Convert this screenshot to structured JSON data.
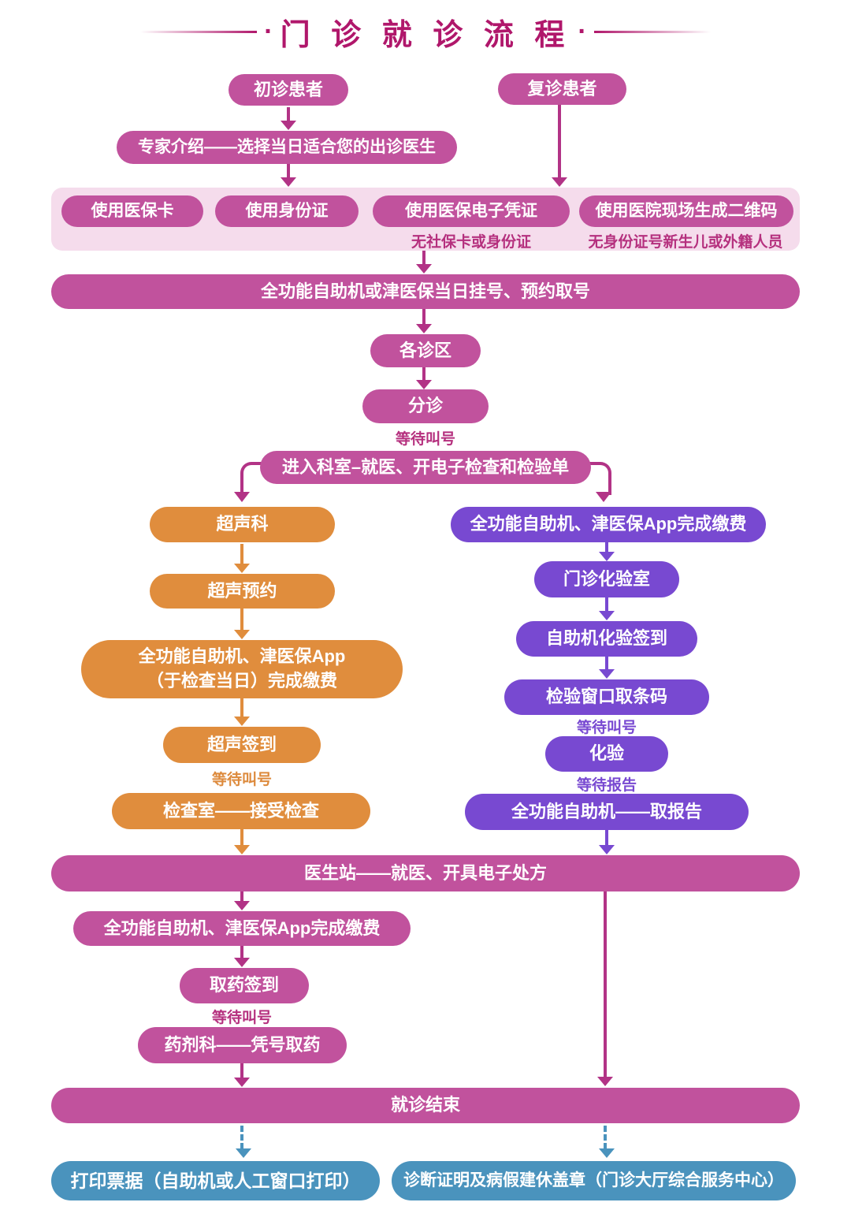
{
  "title": {
    "text": "门 诊 就 诊 流 程",
    "dot": "·"
  },
  "colors": {
    "deep_pink": "#b0176b",
    "pill_pink": "#c1529d",
    "arrow_pink": "#b23386",
    "band_bg": "#f5dcec",
    "orange": "#e08d3d",
    "purple": "#7849d1",
    "blue": "#4a93bd"
  },
  "nodes": {
    "first_visit": "初诊患者",
    "return_visit": "复诊患者",
    "expert_intro": "专家介绍——选择当日适合您的出诊医生",
    "card1": "使用医保卡",
    "card2": "使用身份证",
    "card3": "使用医保电子凭证",
    "card4": "使用医院现场生成二维码",
    "card3_note": "无社保卡或身份证",
    "card4_note": "无身份证号新生儿或外籍人员",
    "register": "全功能自助机或津医保当日挂号、预约取号",
    "clinic_area": "各诊区",
    "triage": "分诊",
    "wait_call": "等待叫号",
    "wait_report": "等待报告",
    "enter_dept": "进入科室–就医、开电子检查和检验单",
    "ultrasound_dept": "超声科",
    "ultrasound_appointment": "超声预约",
    "ultrasound_pay": "全功能自助机、津医保App\n（于检查当日）完成缴费",
    "ultrasound_sign_in": "超声签到",
    "exam_room": "检查室——接受检查",
    "lab_pay": "全功能自助机、津医保App完成缴费",
    "lab_room": "门诊化验室",
    "lab_sign_in": "自助机化验签到",
    "lab_barcode": "检验窗口取条码",
    "lab_test": "化验",
    "lab_report": "全功能自助机——取报告",
    "doctor_station": "医生站——就医、开具电子处方",
    "pharmacy_pay": "全功能自助机、津医保App完成缴费",
    "pharmacy_sign_in": "取药签到",
    "pharmacy": "药剂科——凭号取药",
    "end": "就诊结束",
    "print_receipt": "打印票据（自助机或人工窗口打印）",
    "certificate": "诊断证明及病假建休盖章（门诊大厅综合服务中心）"
  }
}
